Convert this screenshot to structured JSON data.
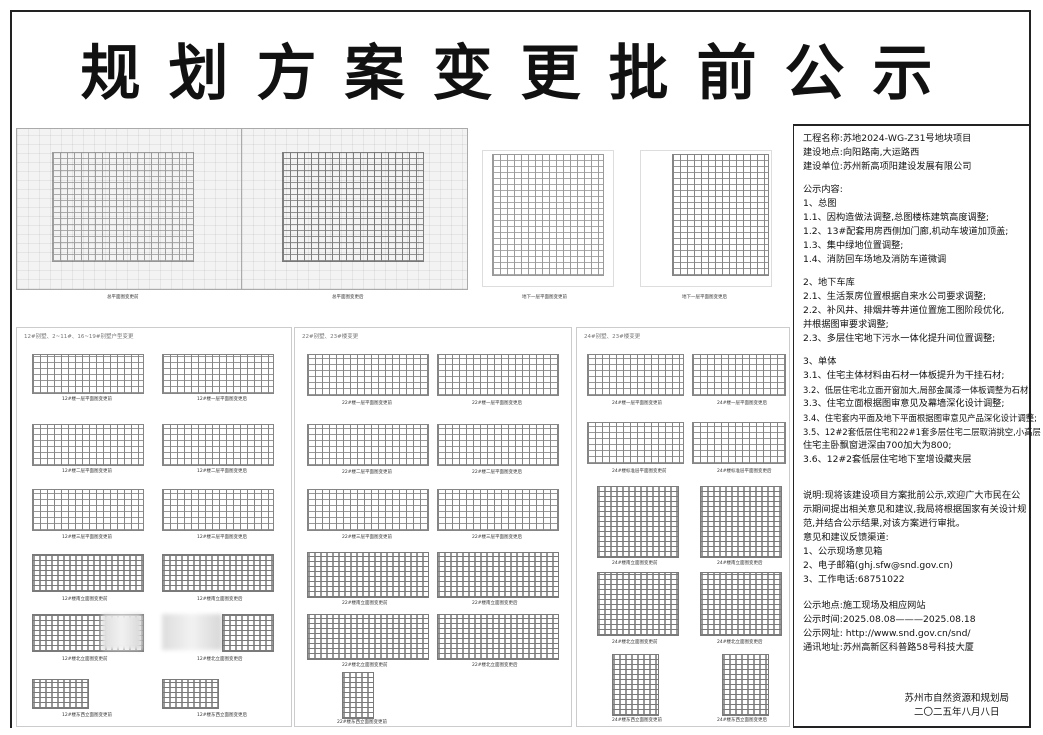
{
  "header": {
    "title": "规划方案变更批前公示"
  },
  "drawings": {
    "site_plan_before": "总平面图变更前",
    "site_plan_after": "总平面图变更后",
    "basement_before": "地下一层平面图变更前",
    "basement_after": "地下一层平面图变更后",
    "group1_title": "12#别墅、2~11#、16~19#别墅户型变更",
    "group2_title": "22#别墅、23#楼变更",
    "group3_title": "24#别墅、23#楼变更",
    "captions": [
      "12#楼一层平面图变更前",
      "12#楼一层平面图变更后",
      "12#楼二层平面图变更前",
      "12#楼二层平面图变更后",
      "12#楼三层平面图变更前",
      "12#楼三层平面图变更后",
      "12#楼南立面图变更前",
      "12#楼南立面图变更后",
      "12#楼北立面图变更前",
      "12#楼北立面图变更后",
      "12#楼东西立面图变更前",
      "12#楼东西立面图变更后",
      "22#楼一层平面图变更前",
      "22#楼一层平面图变更后",
      "22#楼二层平面图变更前",
      "22#楼二层平面图变更后",
      "22#楼三层平面图变更前",
      "22#楼三层平面图变更后",
      "22#楼南立面图变更前",
      "22#楼南立面图变更后",
      "22#楼北立面图变更前",
      "22#楼北立面图变更后",
      "22#楼东西立面图变更前",
      "24#楼一层平面图变更前",
      "24#楼一层平面图变更后",
      "24#楼标准层平面图变更前",
      "24#楼标准层平面图变更后",
      "24#楼南立面图变更前",
      "24#楼南立面图变更后",
      "24#楼北立面图变更前",
      "24#楼北立面图变更后",
      "24#楼东西立面图变更前",
      "24#楼东西立面图变更后"
    ]
  },
  "info": {
    "project_name": "工程名称:苏地2024-WG-Z31号地块项目",
    "location": "建设地点:向阳路南,大运路西",
    "developer": "建设单位:苏州新高项阳建设发展有限公司",
    "content_heading": "公示内容:",
    "s1_title": "1、总图",
    "s1_items": [
      "1.1、因构造做法调整,总图楼栋建筑高度调整;",
      "1.2、13#配套用房西侧加门廊,机动车坡道加顶盖;",
      "1.3、集中绿地位置调整;",
      "1.4、消防回车场地及消防车道微调"
    ],
    "s2_title": "2、地下车库",
    "s2_items": [
      "2.1、生活泵房位置根据自来水公司要求调整;",
      "2.2、补风井、排烟井等井道位置施工图阶段优化,",
      "并根据图审要求调整;",
      "2.3、多层住宅地下污水一体化提升间位置调整;"
    ],
    "s3_title": "3、单体",
    "s3_items": [
      "3.1、住宅主体材料由石材一体板提升为干挂石材;",
      "3.2、低层住宅北立面开窗加大,局部金属漆一体板调整为石材;",
      "3.3、住宅立面根据图审意见及幕墙深化设计调整;",
      "3.4、住宅套内平面及地下平面根据图审意见产品深化设计调整;",
      "3.5、12#2套低层住宅和22#1套多层住宅二层取消挑空,小高层",
      "住宅主卧飘窗进深由700加大为800;",
      "3.6、12#2套低层住宅地下室增设藏夹层"
    ],
    "notice": [
      "说明:现将该建设项目方案批前公示,欢迎广大市民在公",
      "示期间提出相关意见和建议,我局将根据国家有关设计规",
      "范,并结合公示结果,对该方案进行审批。"
    ],
    "feedback_heading": "意见和建议反馈渠道:",
    "feedback_items": [
      "1、公示现场意见箱",
      "2、电子邮箱(ghj.sfw@snd.gov.cn)",
      "3、工作电话:68751022"
    ],
    "place": "公示地点:施工现场及相应网站",
    "period": "公示时间:2025.08.08———2025.08.18",
    "website": "公示网址: http://www.snd.gov.cn/snd/",
    "address": "通讯地址:苏州高新区科普路58号科技大厦",
    "authority": "苏州市自然资源和规划局",
    "date": "二〇二五年八月八日"
  }
}
